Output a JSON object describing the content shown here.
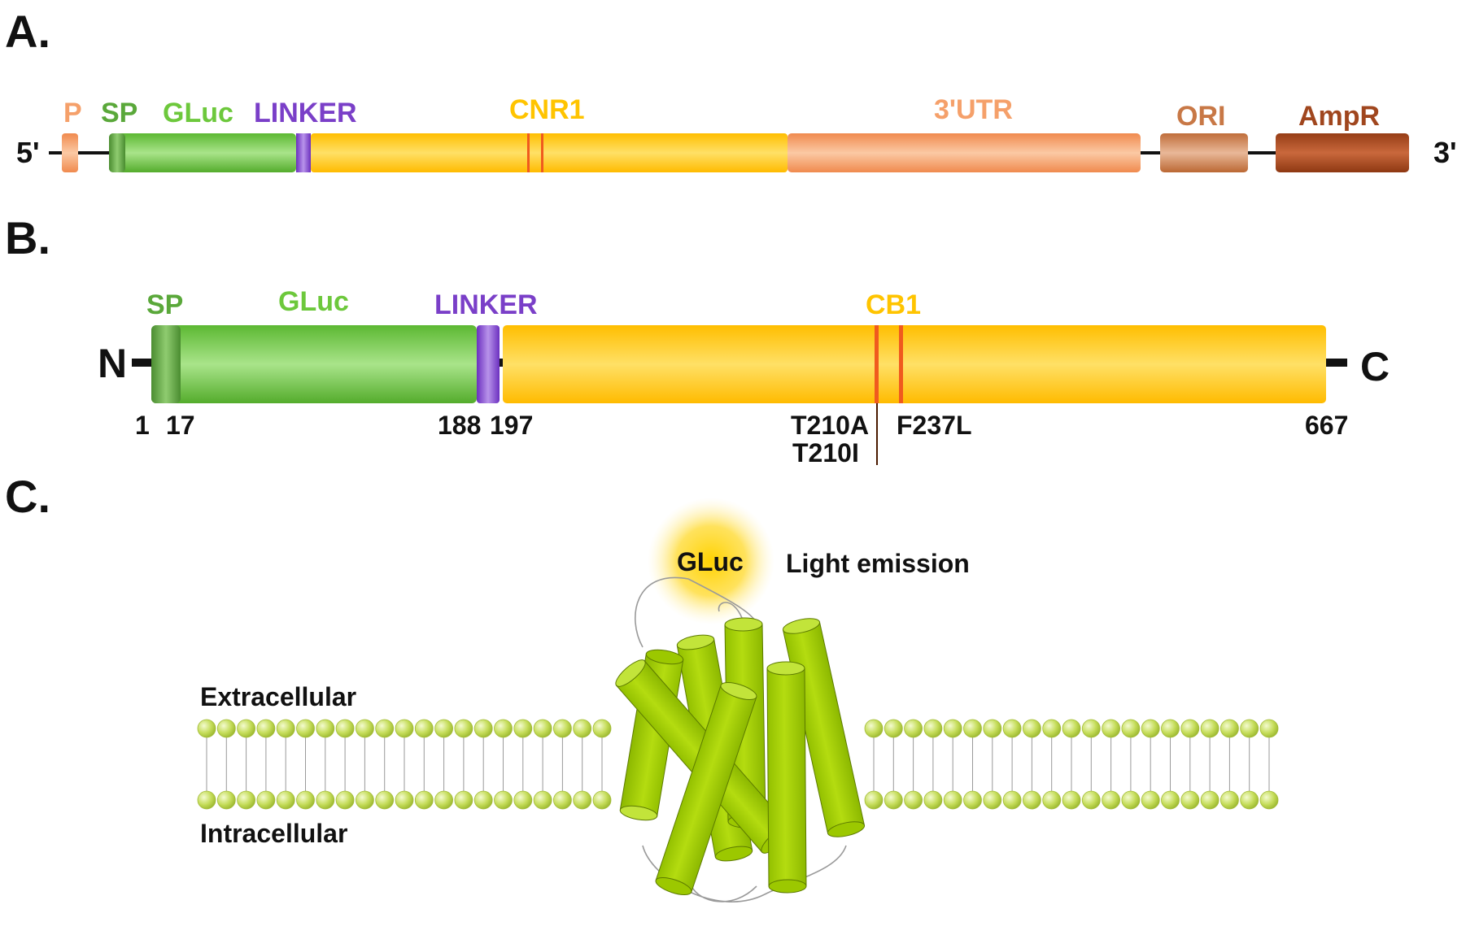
{
  "panels": {
    "a": {
      "letter": "A.",
      "end_5": "5'",
      "end_3": "3'",
      "segments": [
        {
          "key": "p",
          "label": "P",
          "color": "#f5a06a"
        },
        {
          "key": "sp",
          "label": "SP",
          "color": "#5aa83a"
        },
        {
          "key": "gluc",
          "label": "GLuc",
          "color": "#6dc83c"
        },
        {
          "key": "linker",
          "label": "LINKER",
          "color": "#7a3fc8"
        },
        {
          "key": "cnr1",
          "label": "CNR1",
          "color": "#ffc400"
        },
        {
          "key": "utr",
          "label": "3'UTR",
          "color": "#f5a06a"
        },
        {
          "key": "ori",
          "label": "ORI",
          "color": "#c87846"
        },
        {
          "key": "ampr",
          "label": "AmpR",
          "color": "#a0461e"
        }
      ]
    },
    "b": {
      "letter": "B.",
      "end_n": "N",
      "end_c": "C",
      "segments": [
        {
          "key": "sp",
          "label": "SP",
          "color": "#5aa83a"
        },
        {
          "key": "gluc",
          "label": "GLuc",
          "color": "#6dc83c"
        },
        {
          "key": "linker",
          "label": "LINKER",
          "color": "#7a3fc8"
        },
        {
          "key": "cb1",
          "label": "CB1",
          "color": "#ffc400"
        }
      ],
      "positions": [
        "1",
        "17",
        "188",
        "197",
        "667"
      ],
      "mutations": [
        "T210A",
        "T210I",
        "F237L"
      ]
    },
    "c": {
      "letter": "C.",
      "gluc_label": "GLuc",
      "emission_label": "Light emission",
      "extracellular": "Extracellular",
      "intracellular": "Intracellular"
    }
  },
  "colors": {
    "mutation_line": "#f05a1e",
    "helix": "#a6d100",
    "lipid_head": "#c8e05a",
    "glow": "#ffd200"
  }
}
